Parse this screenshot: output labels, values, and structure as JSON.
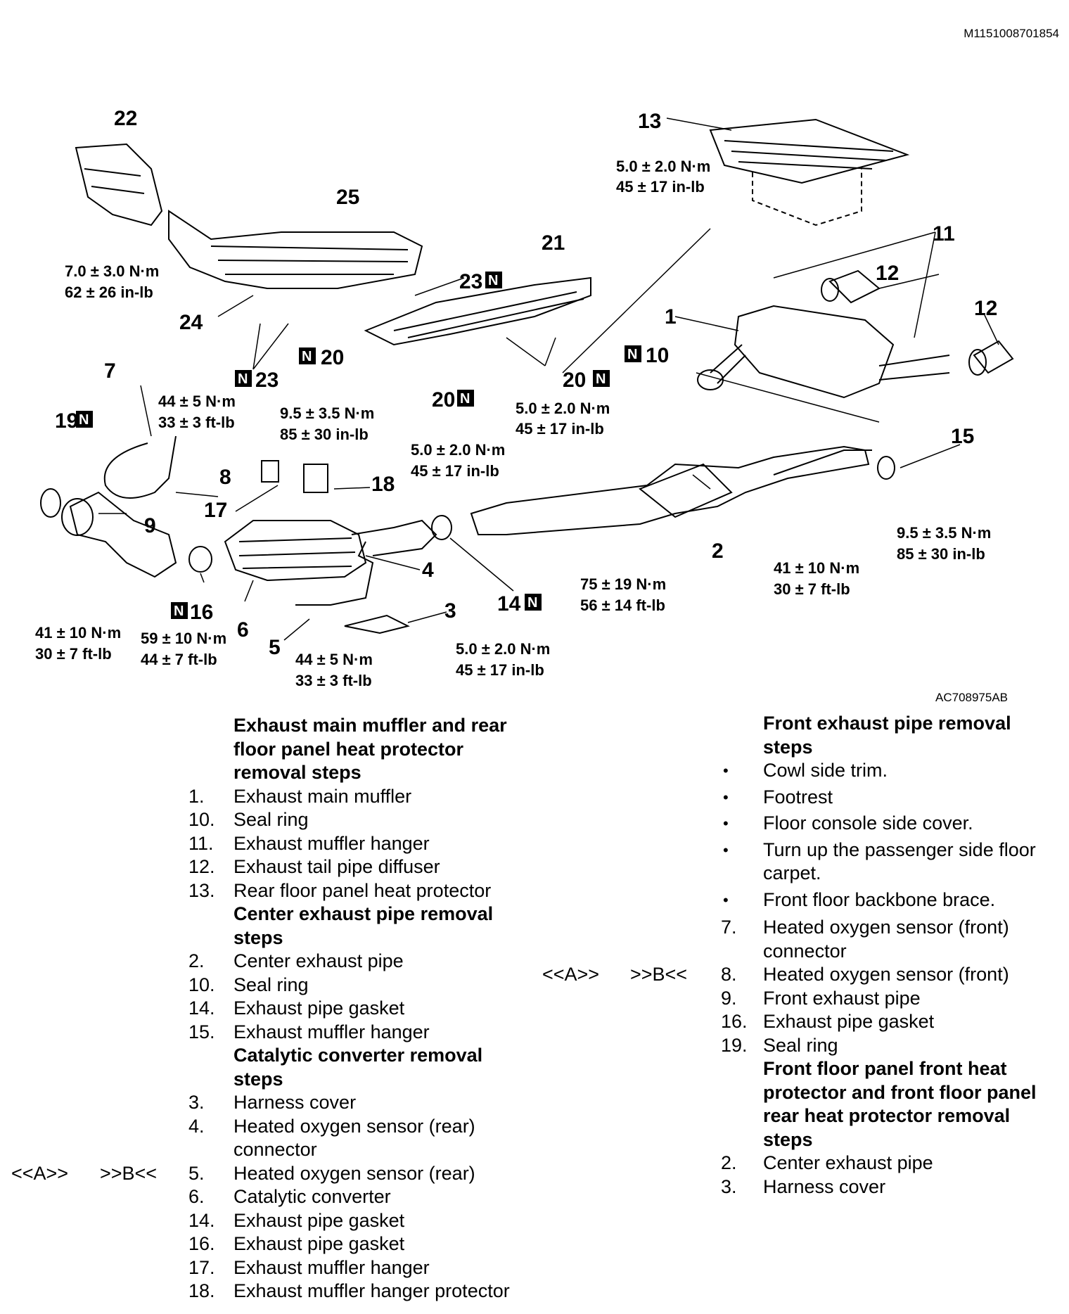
{
  "doc_id": "M1151008701854",
  "figure_id": "AC708975AB",
  "labels": {
    "l22": "22",
    "l25": "25",
    "l13": "13",
    "l21": "21",
    "l23a": "23",
    "l11": "11",
    "l12a": "12",
    "l12b": "12",
    "l1": "1",
    "l24": "24",
    "l23b": "23",
    "l20a": "20",
    "l20b": "20",
    "l20c": "20",
    "l10": "10",
    "l7": "7",
    "l19": "19",
    "l8": "8",
    "l18": "18",
    "l17": "17",
    "l9": "9",
    "l15": "15",
    "l4": "4",
    "l2": "2",
    "l3": "3",
    "l14": "14",
    "l16": "16",
    "l6": "6",
    "l5": "5",
    "n": "N"
  },
  "torques": {
    "t1a": "7.0 ± 3.0 N·m",
    "t1b": "62 ± 26 in-lb",
    "t2a": "5.0 ± 2.0 N·m",
    "t2b": "45 ± 17 in-lb",
    "t3a": "44 ± 5 N·m",
    "t3b": "33 ± 3 ft-lb",
    "t4a": "9.5 ± 3.5 N·m",
    "t4b": "85 ± 30 in-lb",
    "t5a": "5.0 ± 2.0 N·m",
    "t5b": "45 ± 17 in-lb",
    "t6a": "5.0 ± 2.0 N·m",
    "t6b": "45 ± 17 in-lb",
    "t7a": "9.5 ± 3.5 N·m",
    "t7b": "85 ± 30 in-lb",
    "t8a": "41 ± 10 N·m",
    "t8b": "30 ± 7 ft-lb",
    "t9a": "75 ± 19 N·m",
    "t9b": "56 ± 14 ft-lb",
    "t10a": "41 ± 10 N·m",
    "t10b": "30 ± 7 ft-lb",
    "t11a": "59 ± 10 N·m",
    "t11b": "44 ± 7 ft-lb",
    "t12a": "44 ± 5 N·m",
    "t12b": "33 ± 3 ft-lb",
    "t13a": "5.0 ± 2.0 N·m",
    "t13b": "45 ± 17 in-lb"
  },
  "left": {
    "h1": "Exhaust main muffler and rear floor panel heat protector removal steps",
    "g1": [
      {
        "n": "1.",
        "t": "Exhaust main muffler"
      },
      {
        "n": "10.",
        "t": "Seal ring"
      },
      {
        "n": "11.",
        "t": "Exhaust muffler hanger"
      },
      {
        "n": "12.",
        "t": "Exhaust tail pipe diffuser"
      },
      {
        "n": "13.",
        "t": "Rear floor panel heat protector"
      }
    ],
    "h2": "Center exhaust pipe removal steps",
    "g2": [
      {
        "n": "2.",
        "t": "Center exhaust pipe"
      },
      {
        "n": "10.",
        "t": "Seal ring"
      },
      {
        "n": "14.",
        "t": "Exhaust pipe gasket"
      },
      {
        "n": "15.",
        "t": "Exhaust muffler hanger"
      }
    ],
    "h3": "Catalytic converter removal steps",
    "g3a": [
      {
        "n": "3.",
        "t": "Harness cover"
      },
      {
        "n": "4.",
        "t": "Heated oxygen sensor (rear) connector"
      }
    ],
    "ref_a": "<<A>>",
    "ref_b": ">>B<<",
    "g3_ref": {
      "n": "5.",
      "t": "Heated oxygen sensor (rear)"
    },
    "g3b": [
      {
        "n": "6.",
        "t": "Catalytic converter"
      },
      {
        "n": "14.",
        "t": "Exhaust pipe gasket"
      },
      {
        "n": "16.",
        "t": "Exhaust pipe gasket"
      },
      {
        "n": "17.",
        "t": "Exhaust muffler hanger"
      },
      {
        "n": "18.",
        "t": "Exhaust muffler hanger protector"
      }
    ]
  },
  "right": {
    "h1": "Front exhaust pipe removal steps",
    "bullet": "•",
    "bullets": [
      "Cowl side trim.",
      "Footrest",
      "Floor console side cover.",
      "Turn up the passenger side floor carpet.",
      "Front floor backbone brace."
    ],
    "g1a": [
      {
        "n": "7.",
        "t": "Heated oxygen sensor (front) connector"
      }
    ],
    "ref_a": "<<A>>",
    "ref_b": ">>B<<",
    "g1_ref": {
      "n": "8.",
      "t": "Heated oxygen sensor (front)"
    },
    "g1b": [
      {
        "n": "9.",
        "t": "Front exhaust pipe"
      },
      {
        "n": "16.",
        "t": "Exhaust pipe gasket"
      },
      {
        "n": "19.",
        "t": "Seal ring"
      }
    ],
    "h2": "Front floor panel front heat protector and front floor panel rear heat protector removal steps",
    "g2": [
      {
        "n": "2.",
        "t": "Center exhaust pipe"
      },
      {
        "n": "3.",
        "t": "Harness cover"
      }
    ]
  }
}
